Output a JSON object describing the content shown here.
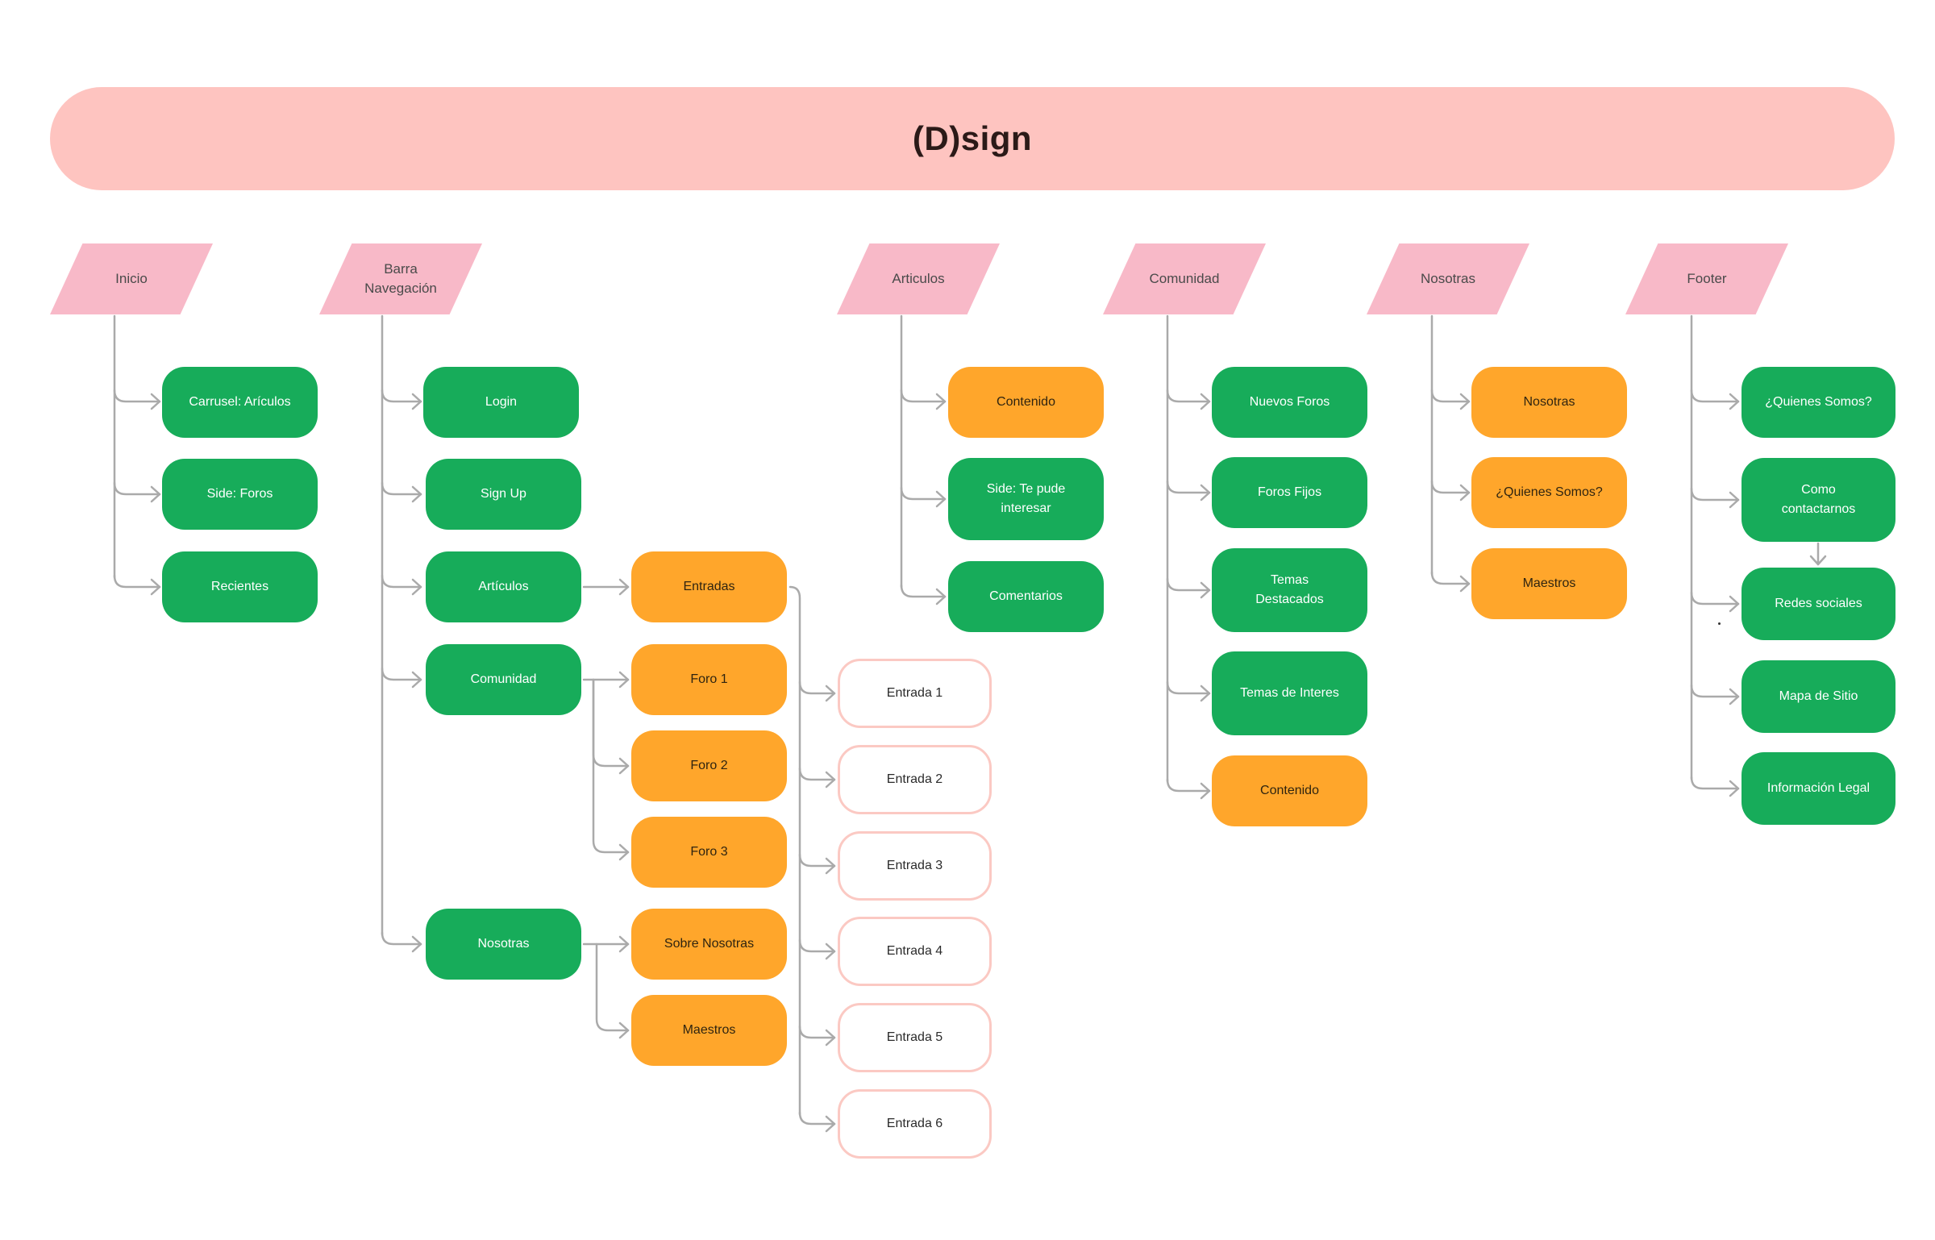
{
  "title": "(D)sign",
  "colors": {
    "title_bg": "#fec4c0",
    "section_bg": "#f8b9c8",
    "node_green": "#17ac5a",
    "node_orange": "#ffa62b",
    "node_outline_border": "#fbc9c3",
    "connector": "#aaaaaa"
  },
  "sections": [
    {
      "id": "inicio",
      "label": "Inicio"
    },
    {
      "id": "barra",
      "label": "Barra\nNavegación"
    },
    {
      "id": "articulos",
      "label": "Articulos"
    },
    {
      "id": "comunidad",
      "label": "Comunidad"
    },
    {
      "id": "nosotras",
      "label": "Nosotras"
    },
    {
      "id": "footer",
      "label": "Footer"
    }
  ],
  "nodes": [
    {
      "id": "carrusel",
      "label": "Carrusel: Arículos",
      "style": "green"
    },
    {
      "id": "side-foros",
      "label": "Side: Foros",
      "style": "green"
    },
    {
      "id": "recientes",
      "label": "Recientes",
      "style": "green"
    },
    {
      "id": "login",
      "label": "Login",
      "style": "green"
    },
    {
      "id": "signup",
      "label": "Sign Up",
      "style": "green"
    },
    {
      "id": "nav-articulos",
      "label": "Artículos",
      "style": "green"
    },
    {
      "id": "nav-comunidad",
      "label": "Comunidad",
      "style": "green"
    },
    {
      "id": "nav-nosotras",
      "label": "Nosotras",
      "style": "green"
    },
    {
      "id": "entradas",
      "label": "Entradas",
      "style": "orange"
    },
    {
      "id": "foro1",
      "label": "Foro 1",
      "style": "orange"
    },
    {
      "id": "foro2",
      "label": "Foro 2",
      "style": "orange"
    },
    {
      "id": "foro3",
      "label": "Foro 3",
      "style": "orange"
    },
    {
      "id": "sobre-nosotras",
      "label": "Sobre Nosotras",
      "style": "orange"
    },
    {
      "id": "nav-maestros",
      "label": "Maestros",
      "style": "orange"
    },
    {
      "id": "entrada1",
      "label": "Entrada 1",
      "style": "outline"
    },
    {
      "id": "entrada2",
      "label": "Entrada 2",
      "style": "outline"
    },
    {
      "id": "entrada3",
      "label": "Entrada 3",
      "style": "outline"
    },
    {
      "id": "entrada4",
      "label": "Entrada 4",
      "style": "outline"
    },
    {
      "id": "entrada5",
      "label": "Entrada 5",
      "style": "outline"
    },
    {
      "id": "entrada6",
      "label": "Entrada 6",
      "style": "outline"
    },
    {
      "id": "art-contenido",
      "label": "Contenido",
      "style": "orange"
    },
    {
      "id": "side-interesar",
      "label": "Side: Te pude\ninteresar",
      "style": "green"
    },
    {
      "id": "comentarios",
      "label": "Comentarios",
      "style": "green"
    },
    {
      "id": "nuevos-foros",
      "label": "Nuevos Foros",
      "style": "green"
    },
    {
      "id": "foros-fijos",
      "label": "Foros Fijos",
      "style": "green"
    },
    {
      "id": "temas-destacados",
      "label": "Temas\nDestacados",
      "style": "green"
    },
    {
      "id": "temas-interes",
      "label": "Temas de Interes",
      "style": "green"
    },
    {
      "id": "com-contenido",
      "label": "Contenido",
      "style": "orange"
    },
    {
      "id": "nos-nosotras",
      "label": "Nosotras",
      "style": "orange"
    },
    {
      "id": "nos-quienes",
      "label": "¿Quienes Somos?",
      "style": "orange"
    },
    {
      "id": "nos-maestros",
      "label": "Maestros",
      "style": "orange"
    },
    {
      "id": "foot-quienes",
      "label": "¿Quienes Somos?",
      "style": "green"
    },
    {
      "id": "como-contactarnos",
      "label": "Como\ncontactarnos",
      "style": "green"
    },
    {
      "id": "redes",
      "label": "Redes sociales",
      "style": "green"
    },
    {
      "id": "mapa",
      "label": "Mapa de Sitio",
      "style": "green"
    },
    {
      "id": "legal",
      "label": "Información Legal",
      "style": "green"
    }
  ]
}
